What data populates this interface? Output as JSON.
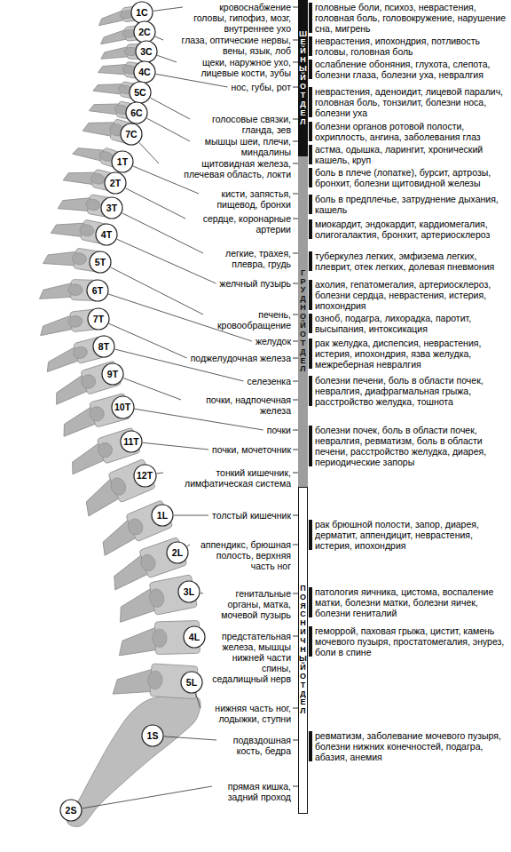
{
  "diagram": {
    "nodes": [
      {
        "text": [
          "1C"
        ]
      },
      {
        "text": [
          "2C"
        ]
      },
      {
        "text": [
          "3C"
        ]
      },
      {
        "text": [
          "4C"
        ]
      },
      {
        "text": [
          "5C"
        ]
      },
      {
        "text": [
          "6C"
        ]
      },
      {
        "text": [
          "7C"
        ]
      },
      {
        "text": [
          "1T"
        ]
      },
      {
        "text": [
          "2T"
        ]
      },
      {
        "text": [
          "3T"
        ]
      },
      {
        "text": [
          "4T"
        ]
      },
      {
        "text": [
          "5T"
        ]
      },
      {
        "text": [
          "6T"
        ]
      },
      {
        "text": [
          "7T"
        ]
      },
      {
        "text": [
          "8T"
        ]
      },
      {
        "text": [
          "9T"
        ]
      },
      {
        "text": [
          "10T"
        ]
      },
      {
        "text": [
          "11T"
        ]
      },
      {
        "text": [
          "12T"
        ]
      },
      {
        "text": [
          "1L"
        ]
      },
      {
        "text": [
          "2L"
        ]
      },
      {
        "text": [
          "3L"
        ]
      },
      {
        "text": [
          "4L"
        ]
      },
      {
        "text": [
          "5L"
        ]
      },
      {
        "text": [
          "1S"
        ]
      },
      {
        "text": [
          "2S"
        ]
      },
      {
        "text": [
          "ШЕЙНЫЙ ОТДЕЛ"
        ]
      },
      {
        "text": [
          "ГРУДНОЙ ОТДЕЛ"
        ]
      },
      {
        "text": [
          "ПОЯСНИЧНЫЙ ОТДЕЛ"
        ]
      }
    ],
    "labels": [
      "кровоснабжение головы, гипофиз, мозг, внутреннее ухо",
      "глаза, оптические нервы, вены, язык, лоб",
      "щеки, наружное ухо, лицевые кости, зубы",
      "нос, губы, рот",
      "голосовые связки, гланда, зев",
      "мышцы шеи, плечи, миндалины",
      "щитовидная железа, плечевая область, локти",
      "кисти, запястья, пищевод, бронхи",
      "сердце, коронарные артерии",
      "легкие, трахея, плевра, грудь",
      "желчный пузырь",
      "печень, кровообращение",
      "желудок",
      "поджелудочная железа",
      "селезенка",
      "почки, надпочечная железа",
      "почки",
      "почки, мочеточник",
      "тонкий кишечник, лимфатическая система",
      "толстый кишечник",
      "аппендикс, брюшная полость, верхняя часть ног",
      "генитальные органы, матка, мочевой пузырь",
      "предстательная железа, мышцы нижней части спины, седалищный нерв",
      "нижняя часть ног, лодыжки, ступни",
      "подвздошная кость, бедра",
      "прямая кишка, задний проход",
      "головные боли, психоз, неврастения, головная боль, головокружение, нарушение сна, мигрень",
      "неврастения, ипохондрия, потливость головы, головная боль",
      "ослабление обоняния, глухота, слепота, болезни глаза, болезни уха, невралгия",
      "неврастения, аденоидит, лицевой паралич, головная боль, тонзилит, болезни носа, болезни уха",
      "болезни органов ротовой полости, охриплость, ангина, заболевания глаз",
      "астма, одышка, ларингит, хронический кашель, круп",
      "боль в плече (лопатке), бурсит, артрозы, бронхит, болезни щитовидной железы",
      "боль в предплечье, затруднение дыхания, кашель",
      "миокардит, эндокардит, кардиомегалия, олигогалактия, бронхит, артериосклероз",
      "туберкулез легких, эмфизема легких, плеврит, отек легких, долевая пневмония",
      "ахолия, гепатомегалия, артериосклероз, болезни сердца, неврастения, истерия, ипохондрия",
      "озноб, подагра, лихорадка, паротит, высыпания, интоксикация",
      "рак желудка, диспепсия, неврастения, истерия, ипохондрия, язва желудка, межреберная невралгия",
      "болезни печени, боль в области почек, невралгия, диафрагмальная грыжа, расстройство желудка, тошнота",
      "болезни почек, боль в области почек, невралгия, ревматизм, боль в области печени, расстройство желудка, диарея, периодические запоры",
      "рак брюшной полости, запор, диарея, дерматит, аппендицит, неврастения, истерия, ипохондрия",
      "патология яичника, цистома, воспаление матки, болезни матки, болезни яичек, болезни гениталий",
      "геморрой, паховая грыжа, цистит, камень мочевого пузыря, простатомегалия, энурез, боли в спине",
      "ревматизм, заболевание мочевого пузыря, болезни нижних конечностей, подагра, абазия, анемия"
    ]
  }
}
